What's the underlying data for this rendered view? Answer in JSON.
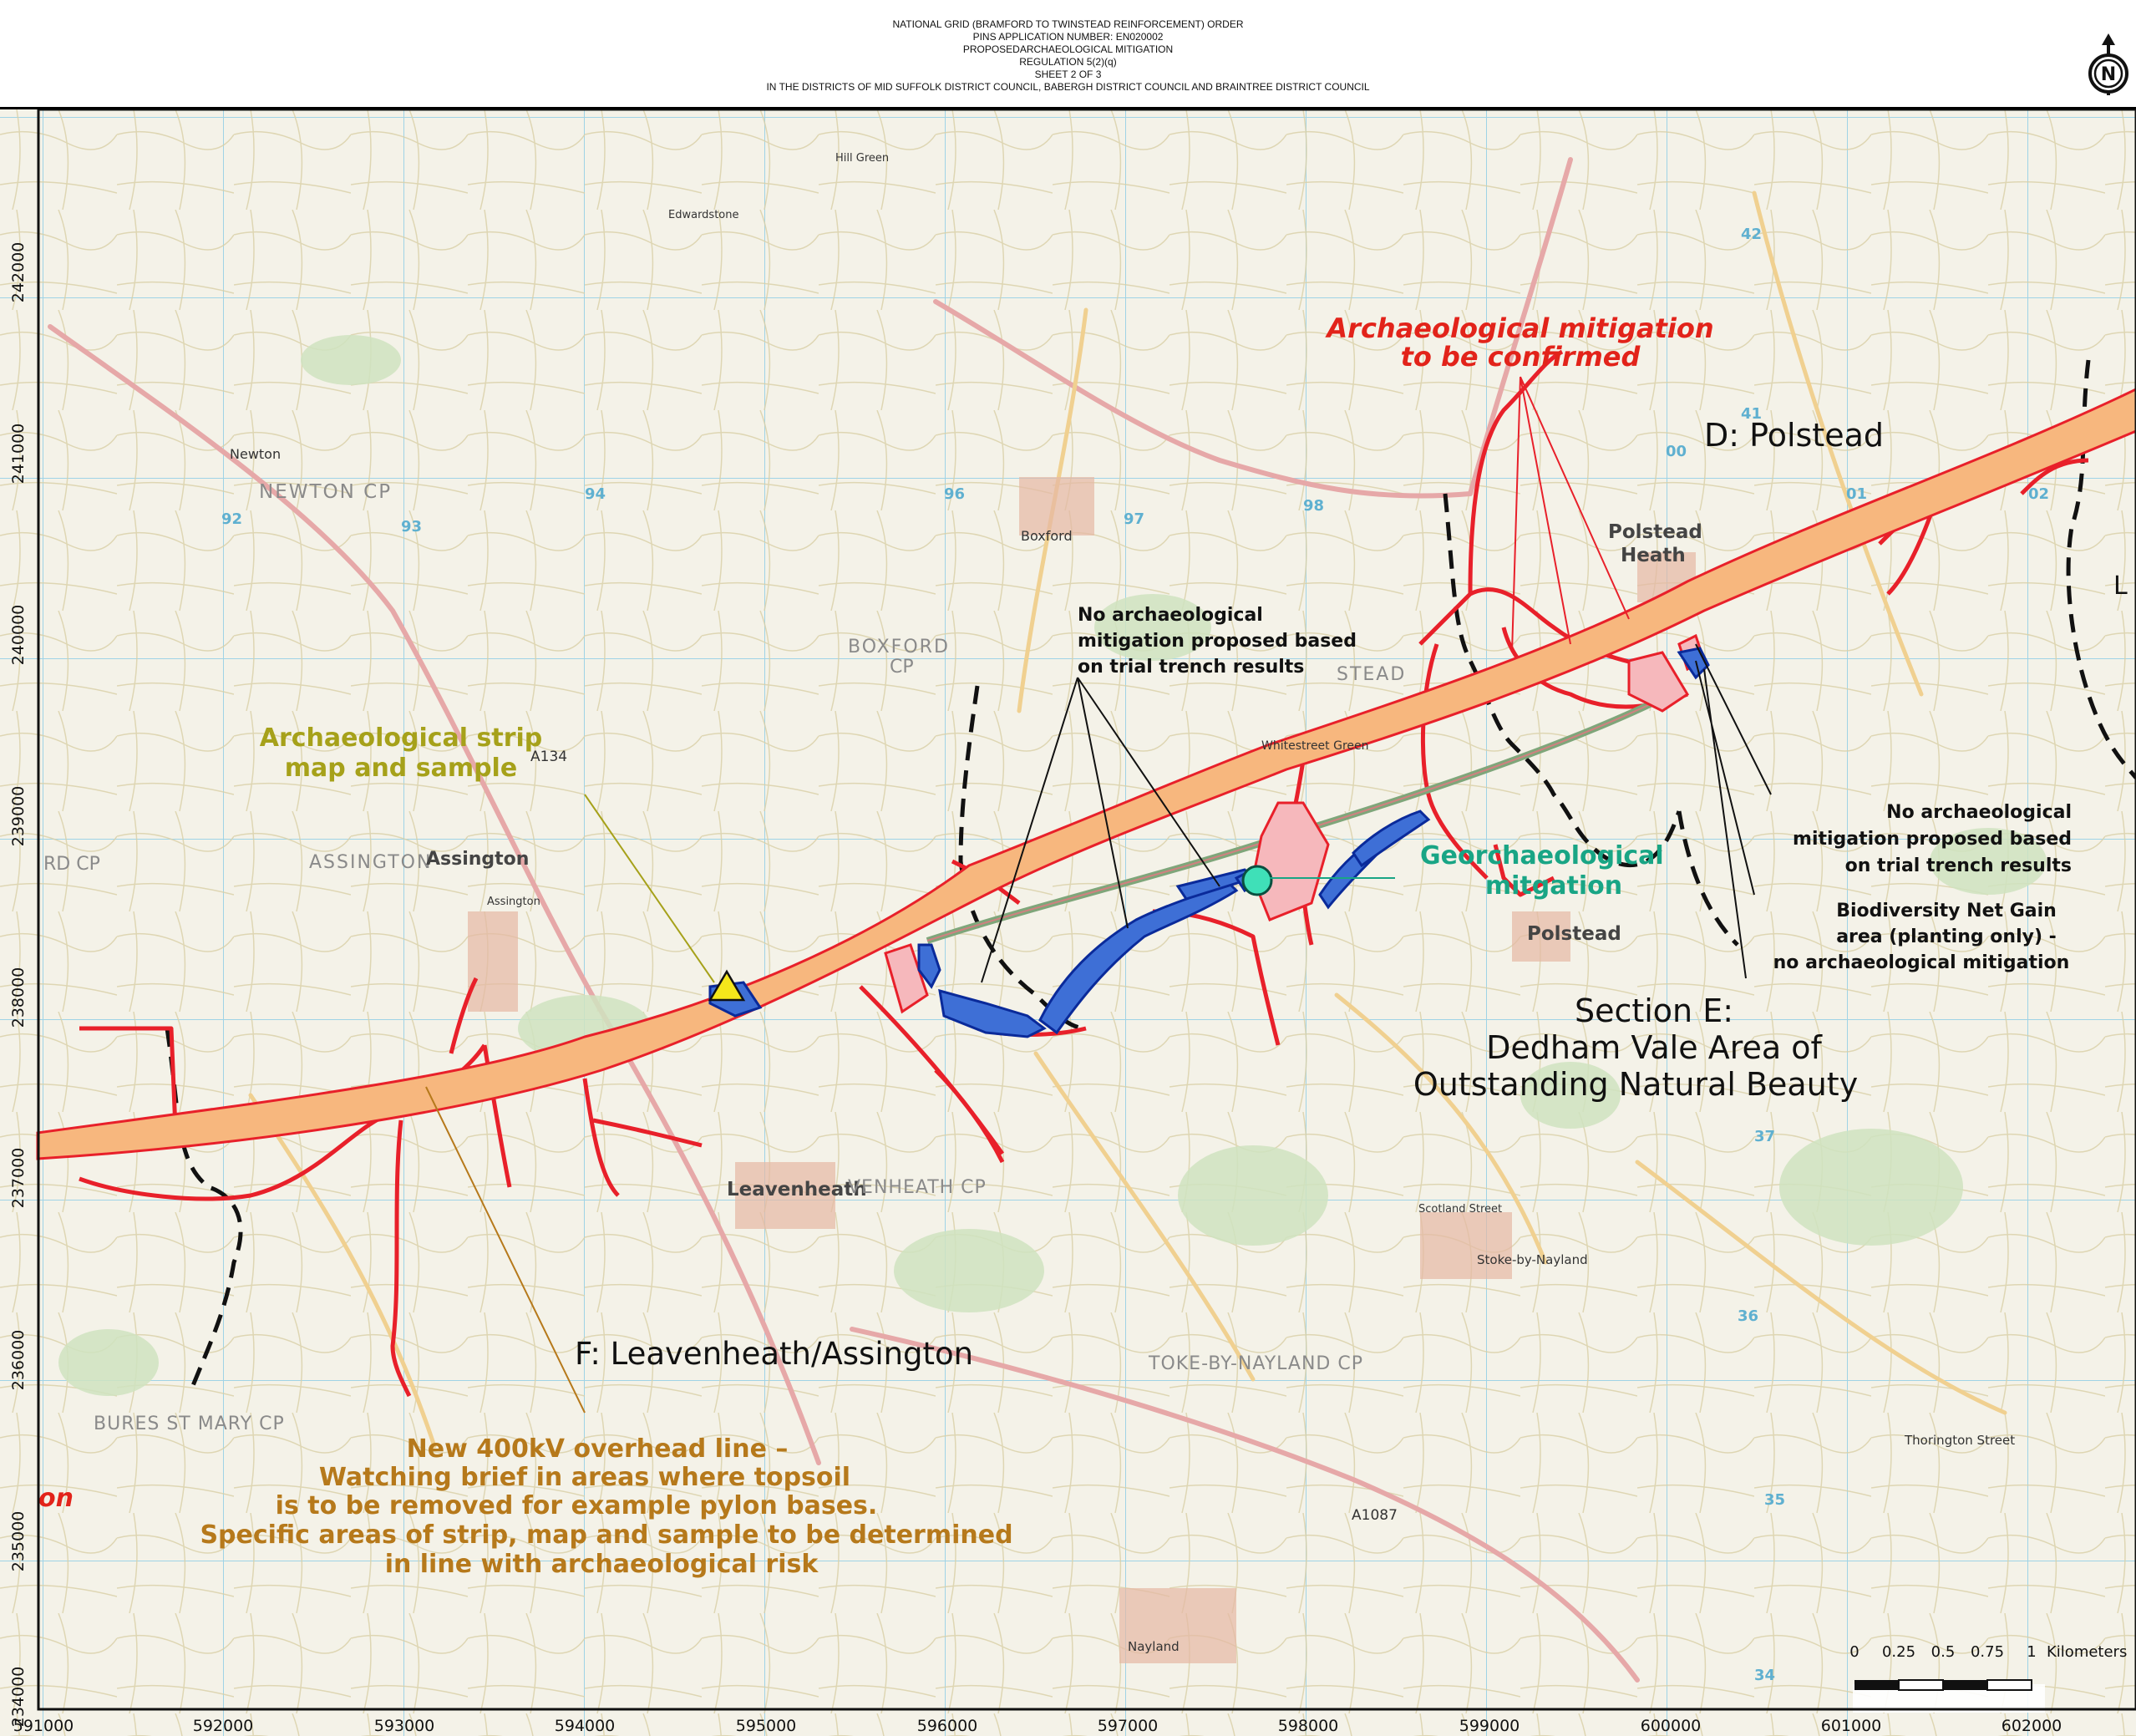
{
  "header": {
    "lines": [
      "NATIONAL GRID (BRAMFORD TO TWINSTEAD REINFORCEMENT) ORDER",
      "PINS APPLICATION NUMBER: EN020002",
      "PROPOSEDARCHAEOLOGICAL MITIGATION",
      "REGULATION 5(2)(q)",
      "SHEET 2 OF 3",
      "IN THE DISTRICTS OF MID SUFFOLK DISTRICT COUNCIL, BABERGH DISTRICT COUNCIL AND BRAINTREE DISTRICT COUNCIL"
    ],
    "north_symbol": "N"
  },
  "annotations": {
    "arch_confirm_1": "Archaeological mitigation",
    "arch_confirm_2": "to be confirmed",
    "polstead": "D: Polstead",
    "no_arch_left_1": "No archaeological",
    "no_arch_left_2": "mitigation proposed based",
    "no_arch_left_3": "on trial trench results",
    "no_arch_right_1": "No archaeological",
    "no_arch_right_2": "mitigation proposed based",
    "no_arch_right_3": "on trial trench results",
    "strip_1": "Archaeological strip",
    "strip_2": "map and sample",
    "geo_1": "Georchaeological",
    "geo_2": "mitgation",
    "bng_1": "Biodiversity Net Gain",
    "bng_2": "area (planting only) -",
    "bng_3": "no archaeological mitigation",
    "section_e_1": "Section E:",
    "section_e_2": "Dedham Vale Area of",
    "section_e_3": "Outstanding Natural Beauty",
    "section_f": "F: Leavenheath/Assington",
    "ohl_1": "New 400kV overhead line –",
    "ohl_2": "Watching brief in areas where topsoil",
    "ohl_3": "is to be removed for example pylon bases.",
    "ohl_4": "Specific areas of strip, map and sample to be determined",
    "ohl_5": "in line with archaeological risk",
    "left_edge_fragment": "on",
    "right_edge_fragment": "L"
  },
  "places": {
    "newton_cp": "NEWTON  CP",
    "newton": "Newton",
    "boxford": "Boxford",
    "boxford_cp_1": "BOXFORD",
    "boxford_cp_2": "CP",
    "assington_cp": "ASSINGTON",
    "assington": "Assington",
    "assington2": "Assington",
    "leavenheath": "Leavenheath",
    "leavenheath_cp": "VENHEATH CP",
    "polstead_heath_1": "Polstead",
    "polstead_heath_2": "Heath",
    "polstead": "Polstead",
    "whitestreet_green": "Whitestreet Green",
    "stead": "STEAD",
    "stoke_by_nayland": "Stoke-by-Nayland",
    "stoke_by_nayland_cp": "TOKE-BY-NAYLAND  CP",
    "bures_st_mary_cp": "BURES  ST  MARY  CP",
    "nayland": "Nayland",
    "thorington_street": "Thorington Street",
    "scotland_street": "Scotland Street",
    "hill_green": "Hill Green",
    "edwardstone": "Edwardstone",
    "rd_cp": "RD  CP",
    "a134": "A134",
    "a1087": "A1087",
    "grid_92": "92",
    "grid_93": "93",
    "grid_94": "94",
    "grid_96": "96",
    "grid_97": "97",
    "grid_98": "98",
    "grid_00": "00",
    "grid_01": "01",
    "grid_02": "02",
    "grid_41": "41",
    "grid_42": "42",
    "grid_36": "36",
    "grid_37": "37",
    "grid_35": "35",
    "grid_34": "34"
  },
  "axes": {
    "y": [
      "242000",
      "241000",
      "240000",
      "239000",
      "238000",
      "237000",
      "236000",
      "235000",
      "234000"
    ],
    "x": [
      "591000",
      "592000",
      "593000",
      "594000",
      "595000",
      "596000",
      "597000",
      "598000",
      "599000",
      "600000",
      "601000",
      "602000"
    ]
  },
  "scale_bar": {
    "labels": [
      "0",
      "0.25",
      "0.5",
      "0.75",
      "1"
    ],
    "unit": "Kilometers"
  },
  "colors": {
    "overhead_line_corridor": "#f7b77e",
    "order_limits": "#e8202a",
    "geoarch_area": "#3e6fd6",
    "geoarch_point": "#3fe0b8",
    "district_boundary": "#111111",
    "strip_label": "#a6a11a",
    "geo_label": "#19a585",
    "ohl_label": "#b6791b",
    "confirm_label": "#e2231a",
    "map_bg": "#f3f1e7"
  }
}
